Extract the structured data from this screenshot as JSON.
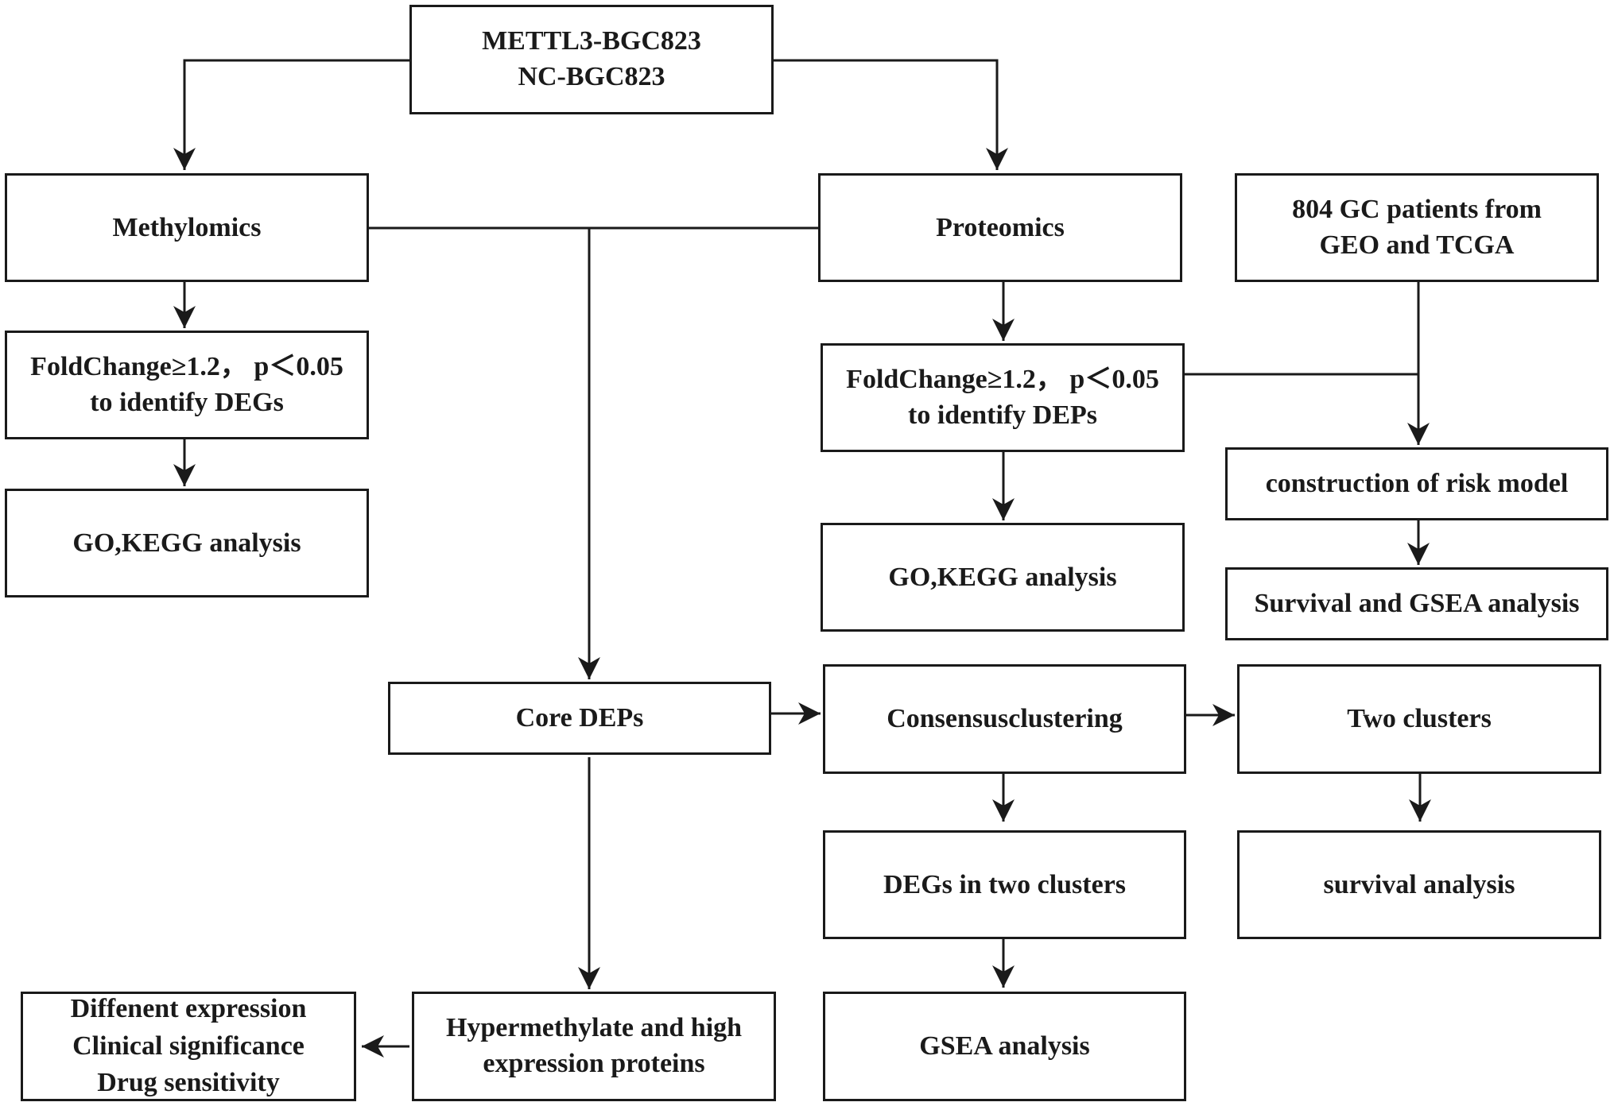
{
  "diagram": {
    "nodes": {
      "root": {
        "lines": [
          "METTL3-BGC823",
          "NC-BGC823"
        ]
      },
      "methylomics": {
        "lines": [
          "Methylomics"
        ]
      },
      "proteomics": {
        "lines": [
          "Proteomics"
        ]
      },
      "patients": {
        "lines": [
          "804 GC patients from",
          "GEO and TCGA"
        ]
      },
      "degs_filter": {
        "lines": [
          "FoldChange≥1.2， p＜0.05",
          "to identify DEGs"
        ]
      },
      "deps_filter": {
        "lines": [
          "FoldChange≥1.2， p＜0.05",
          "to identify DEPs"
        ]
      },
      "risk_model": {
        "lines": [
          "construction of risk model"
        ]
      },
      "go_kegg_left": {
        "lines": [
          "GO,KEGG analysis"
        ]
      },
      "go_kegg_right": {
        "lines": [
          "GO,KEGG analysis"
        ]
      },
      "survival_gsea": {
        "lines": [
          "Survival and GSEA analysis"
        ]
      },
      "core_deps": {
        "lines": [
          "Core DEPs"
        ]
      },
      "consensus": {
        "lines": [
          "Consensusclustering"
        ]
      },
      "two_clusters": {
        "lines": [
          "Two clusters"
        ]
      },
      "degs_clusters": {
        "lines": [
          "DEGs in two clusters"
        ]
      },
      "survival": {
        "lines": [
          "survival analysis"
        ]
      },
      "diff_expr": {
        "lines": [
          "Diffenent expression",
          "Clinical significance",
          "Drug sensitivity"
        ]
      },
      "hypermethylate": {
        "lines": [
          "Hypermethylate and high",
          "expression proteins"
        ]
      },
      "gsea": {
        "lines": [
          "GSEA analysis"
        ]
      }
    }
  }
}
